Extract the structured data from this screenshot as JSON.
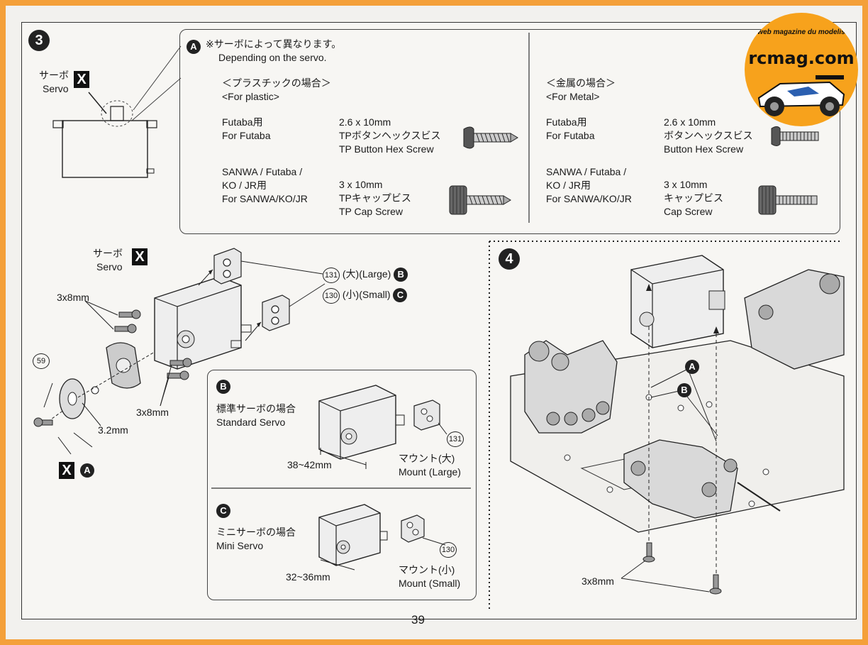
{
  "step3": {
    "number": "3",
    "note_label": "A",
    "note_jp": "※サーボによって異なります。",
    "note_en": "Depending on the servo.",
    "servo_jp": "サーボ",
    "servo_en": "Servo",
    "x_mark": "X",
    "plastic": {
      "heading_jp": "＜プラスチックの場合＞",
      "heading_en": "<For plastic>",
      "row1": {
        "brand": "Futaba用\nFor Futaba",
        "size": "2.6 x 10mm",
        "name_jp": "TPボタンヘックスビス",
        "name_en": "TP Button Hex Screw"
      },
      "row2": {
        "brand": "SANWA / Futaba /\nKO / JR用\nFor SANWA/KO/JR",
        "size": "3 x 10mm",
        "name_jp": "TPキャップビス",
        "name_en": "TP Cap Screw"
      }
    },
    "metal": {
      "heading_jp": "＜金属の場合＞",
      "heading_en": "<For Metal>",
      "row1": {
        "brand": "Futaba用\nFor Futaba",
        "size": "2.6 x 10mm",
        "name_jp": "ボタンヘックスビス",
        "name_en": "Button Hex Screw"
      },
      "row2": {
        "brand": "SANWA / Futaba /\nKO / JR用\nFor SANWA/KO/JR",
        "size": "3 x 10mm",
        "name_jp": "キャップビス",
        "name_en": "Cap Screw"
      }
    },
    "parts": {
      "p131": "131",
      "p131_label": "(大)(Large)",
      "p131_letter": "B",
      "p130": "130",
      "p130_label": "(小)(Small)",
      "p130_letter": "C",
      "p59": "59",
      "screw_top": "3x8mm",
      "screw_bottom": "3x8mm",
      "washer": "3.2mm",
      "bottom_letter": "A"
    },
    "standard": {
      "letter": "B",
      "jp": "標準サーボの場合",
      "en": "Standard Servo",
      "size": "38~42mm",
      "mount_num": "131",
      "mount_jp": "マウント(大)",
      "mount_en": "Mount (Large)"
    },
    "mini": {
      "letter": "C",
      "jp": "ミニサーボの場合",
      "en": "Mini Servo",
      "size": "32~36mm",
      "mount_num": "130",
      "mount_jp": "マウント(小)",
      "mount_en": "Mount (Small)"
    }
  },
  "step4": {
    "number": "4",
    "label_a": "A",
    "label_b": "B",
    "screw": "3x8mm"
  },
  "page_number": "39",
  "watermark": {
    "top": "Le web magazine du modelisme",
    "main": "rcmag.com"
  }
}
